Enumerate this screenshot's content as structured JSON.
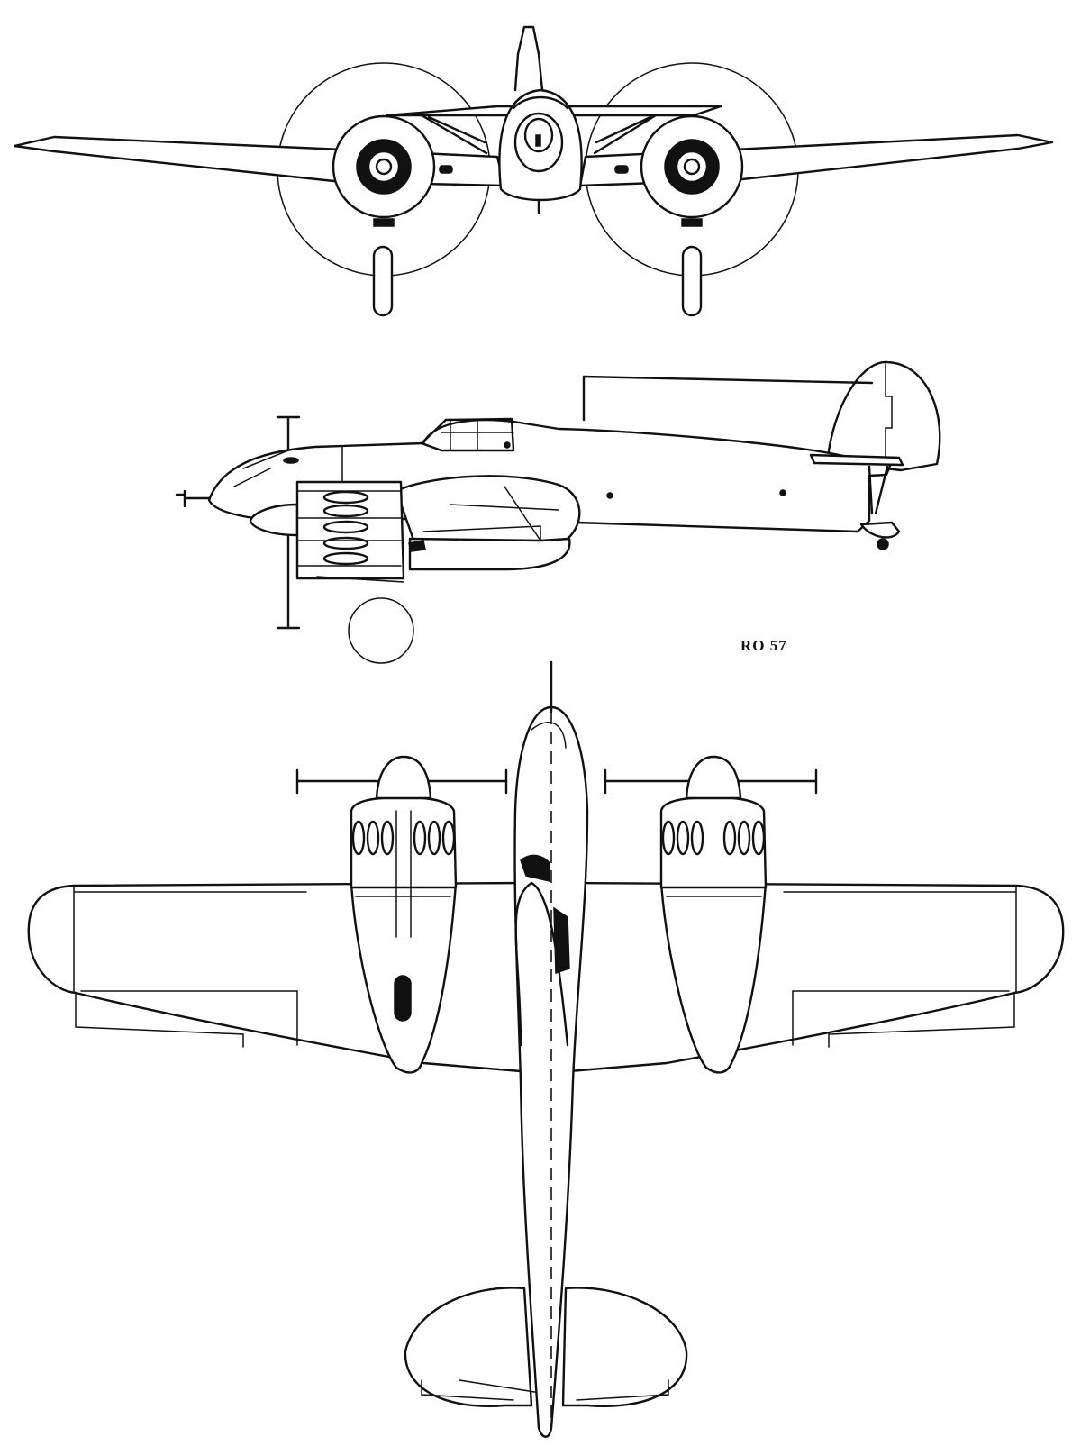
{
  "aircraft_label": "RO 57",
  "colors": {
    "line": "#111111",
    "paper": "#ffffff"
  },
  "views": [
    "front-view",
    "side-view",
    "top-view"
  ]
}
